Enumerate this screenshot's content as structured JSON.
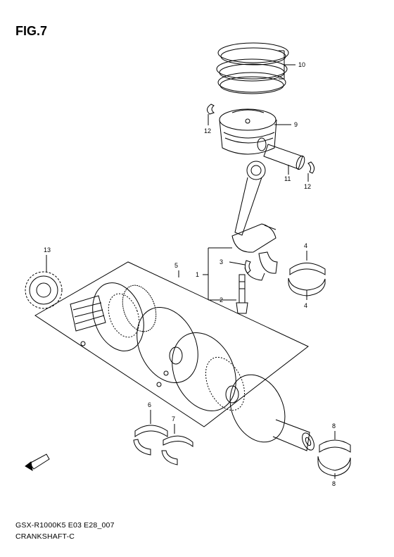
{
  "figure": {
    "title": "FIG.7",
    "model_code": "GSX-R1000K5 E03 E28_007",
    "name": "CRANKSHAFT-C"
  },
  "callouts": {
    "c1": "1",
    "c2": "2",
    "c3": "3",
    "c4a": "4",
    "c4b": "4",
    "c5": "5",
    "c6": "6",
    "c7": "7",
    "c8a": "8",
    "c8b": "8",
    "c9": "9",
    "c10": "10",
    "c11": "11",
    "c12a": "12",
    "c12b": "12",
    "c13": "13"
  },
  "fwd_marker": "FWD",
  "line_color": "#000000"
}
